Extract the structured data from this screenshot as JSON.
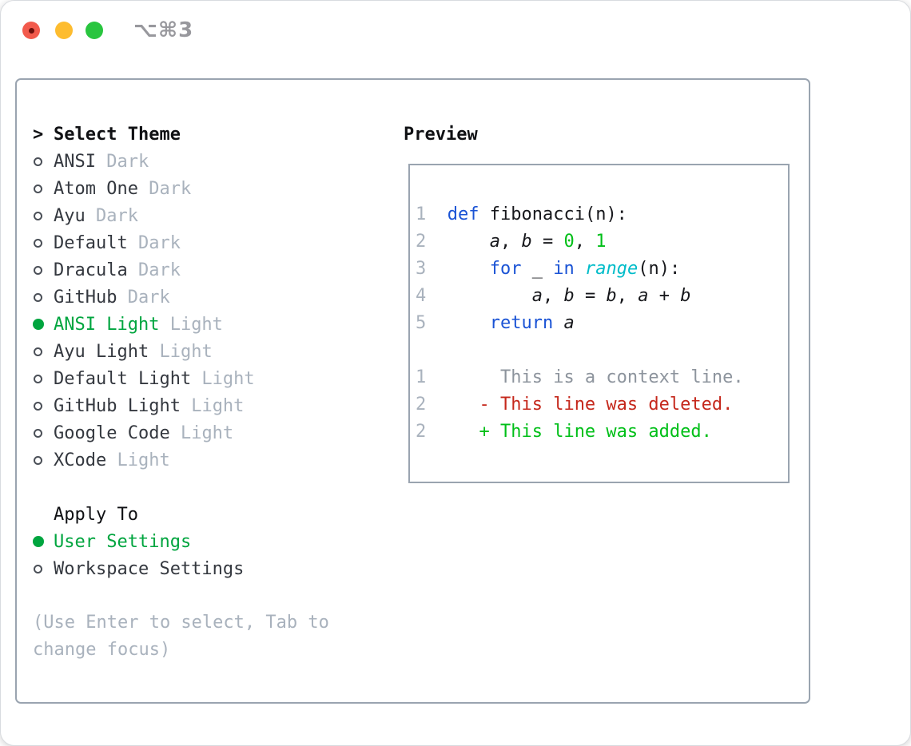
{
  "window": {
    "title": "⌥⌘3",
    "traffic_lights": [
      "close",
      "minimize",
      "zoom"
    ]
  },
  "theme_panel": {
    "header": {
      "cursor": ">",
      "label": "Select Theme"
    },
    "themes": [
      {
        "name": "ANSI",
        "variant": "Dark",
        "selected": false
      },
      {
        "name": "Atom One",
        "variant": "Dark",
        "selected": false
      },
      {
        "name": "Ayu",
        "variant": "Dark",
        "selected": false
      },
      {
        "name": "Default",
        "variant": "Dark",
        "selected": false
      },
      {
        "name": "Dracula",
        "variant": "Dark",
        "selected": false
      },
      {
        "name": "GitHub",
        "variant": "Dark",
        "selected": false
      },
      {
        "name": "ANSI Light",
        "variant": "Light",
        "selected": true
      },
      {
        "name": "Ayu Light",
        "variant": "Light",
        "selected": false
      },
      {
        "name": "Default Light",
        "variant": "Light",
        "selected": false
      },
      {
        "name": "GitHub Light",
        "variant": "Light",
        "selected": false
      },
      {
        "name": "Google Code",
        "variant": "Light",
        "selected": false
      },
      {
        "name": "XCode",
        "variant": "Light",
        "selected": false
      }
    ],
    "apply_to": {
      "header": "Apply To",
      "options": [
        {
          "label": "User Settings",
          "selected": true
        },
        {
          "label": "Workspace Settings",
          "selected": false
        }
      ]
    },
    "hint_lines": [
      "(Use Enter to select, Tab to",
      "change focus)"
    ]
  },
  "preview": {
    "title": "Preview",
    "lines": [
      [
        {
          "c": "gutter",
          "t": "1  "
        },
        {
          "c": "kw",
          "t": "def"
        },
        {
          "c": "plain",
          "t": " fibonacci(n):"
        }
      ],
      [
        {
          "c": "gutter",
          "t": "2  "
        },
        {
          "c": "plain",
          "t": "    "
        },
        {
          "c": "var",
          "t": "a"
        },
        {
          "c": "plain",
          "t": ", "
        },
        {
          "c": "var",
          "t": "b"
        },
        {
          "c": "plain",
          "t": " = "
        },
        {
          "c": "num",
          "t": "0"
        },
        {
          "c": "plain",
          "t": ", "
        },
        {
          "c": "num",
          "t": "1"
        }
      ],
      [
        {
          "c": "gutter",
          "t": "3  "
        },
        {
          "c": "plain",
          "t": "    "
        },
        {
          "c": "kw",
          "t": "for"
        },
        {
          "c": "plain",
          "t": " _ "
        },
        {
          "c": "kw",
          "t": "in"
        },
        {
          "c": "plain",
          "t": " "
        },
        {
          "c": "builtin",
          "t": "range"
        },
        {
          "c": "plain",
          "t": "(n):"
        }
      ],
      [
        {
          "c": "gutter",
          "t": "4  "
        },
        {
          "c": "plain",
          "t": "        "
        },
        {
          "c": "var",
          "t": "a"
        },
        {
          "c": "plain",
          "t": ", "
        },
        {
          "c": "var",
          "t": "b"
        },
        {
          "c": "plain",
          "t": " = "
        },
        {
          "c": "var",
          "t": "b"
        },
        {
          "c": "plain",
          "t": ", "
        },
        {
          "c": "var",
          "t": "a"
        },
        {
          "c": "plain",
          "t": " + "
        },
        {
          "c": "var",
          "t": "b"
        }
      ],
      [
        {
          "c": "gutter",
          "t": "5  "
        },
        {
          "c": "plain",
          "t": "    "
        },
        {
          "c": "kw",
          "t": "return"
        },
        {
          "c": "plain",
          "t": " "
        },
        {
          "c": "var",
          "t": "a"
        }
      ],
      [],
      [
        {
          "c": "gutter",
          "t": "1  "
        },
        {
          "c": "ctx",
          "t": "     This is a context line."
        }
      ],
      [
        {
          "c": "gutter",
          "t": "2  "
        },
        {
          "c": "del",
          "t": "   - This line was deleted."
        }
      ],
      [
        {
          "c": "gutter",
          "t": "2  "
        },
        {
          "c": "add",
          "t": "   + This line was added."
        }
      ]
    ]
  },
  "colors": {
    "accent_green": "#00a53f",
    "muted_gray": "#a9b2bd",
    "text_dark": "#34383f",
    "panel_border": "#9aa4b0",
    "keyword_blue": "#1a53d5",
    "builtin_cyan": "#00bcc9",
    "number_green": "#00bf18",
    "diff_added_green": "#00bf18",
    "diff_deleted_red": "#c5281c",
    "context_gray": "#8d949d",
    "gutter_gray": "#a9b2bd",
    "traffic_red": "#f25a4c",
    "traffic_yellow": "#fdbc2f",
    "traffic_green": "#29c53f",
    "title_gray": "#98989d"
  }
}
